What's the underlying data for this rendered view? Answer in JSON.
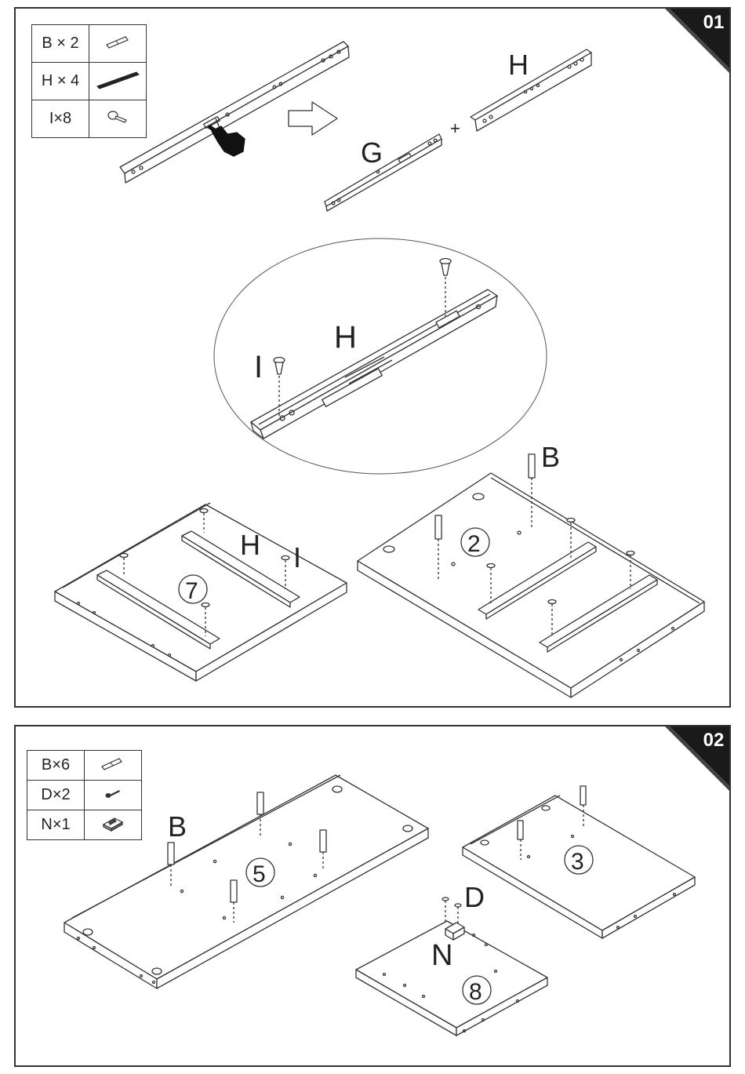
{
  "steps": [
    {
      "number": "01",
      "parts": [
        {
          "label": "B × 2",
          "icon": "dowel-icon"
        },
        {
          "label": "H × 4",
          "icon": "drawer-rail-icon"
        },
        {
          "label": "I×8",
          "icon": "screw-icon"
        }
      ],
      "labels": {
        "rail_g": "G",
        "rail_h": "H",
        "zoom_h": "H",
        "zoom_i": "I",
        "board_7_h": "H",
        "board_7_i": "I",
        "board_2_b": "B"
      },
      "plus": "+",
      "boards": {
        "left": "7",
        "right": "2"
      }
    },
    {
      "number": "02",
      "parts": [
        {
          "label": "B×6",
          "icon": "dowel-icon"
        },
        {
          "label": "D×2",
          "icon": "small-screw-icon"
        },
        {
          "label": "N×1",
          "icon": "magnet-catch-icon"
        }
      ],
      "labels": {
        "b": "B",
        "d": "D",
        "n": "N"
      },
      "boards": {
        "long": "5",
        "right": "3",
        "small": "8"
      }
    }
  ]
}
